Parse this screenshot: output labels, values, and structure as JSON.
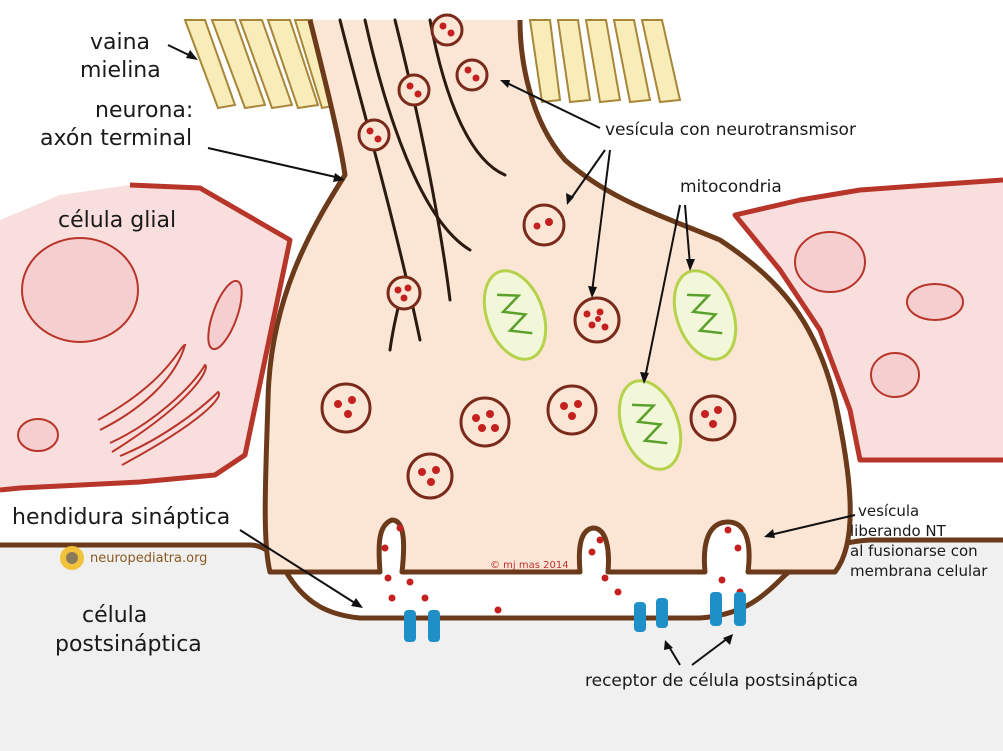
{
  "labels": {
    "vaina_mielina_1": "vaina",
    "vaina_mielina_2": "mielina",
    "neurona_1": "neurona:",
    "neurona_2": "axón terminal",
    "celula_glial": "célula glial",
    "vesicula_nt": "vesícula con neurotransmisor",
    "mitocondria": "mitocondria",
    "hendidura": "hendidura sináptica",
    "postsinaptica_1": "célula",
    "postsinaptica_2": "postsináptica",
    "vesicula_liberando_1": "vesícula",
    "vesicula_liberando_2": "liberando NT",
    "vesicula_liberando_3": "al fusionarse con",
    "vesicula_liberando_4": "membrana celular",
    "receptor": "receptor de célula postsináptica"
  },
  "credits": {
    "copyright": "© mj mas 2014",
    "logo_text": "neuropediatra.org"
  },
  "colors": {
    "axon_fill": "#fbe6d6",
    "glial_fill": "#f9dede",
    "glial_border": "#b8352a",
    "membrane": "#6b3a1a",
    "myelin_fill": "#f8ecb8",
    "vesicle_dot": "#c42020",
    "mito_border": "#b5d24a",
    "mito_fill": "#f1f7d8",
    "mito_crista": "#5aa02a",
    "receptor": "#1f8fc8",
    "postsynaptic_fill": "#f0f0f0"
  }
}
